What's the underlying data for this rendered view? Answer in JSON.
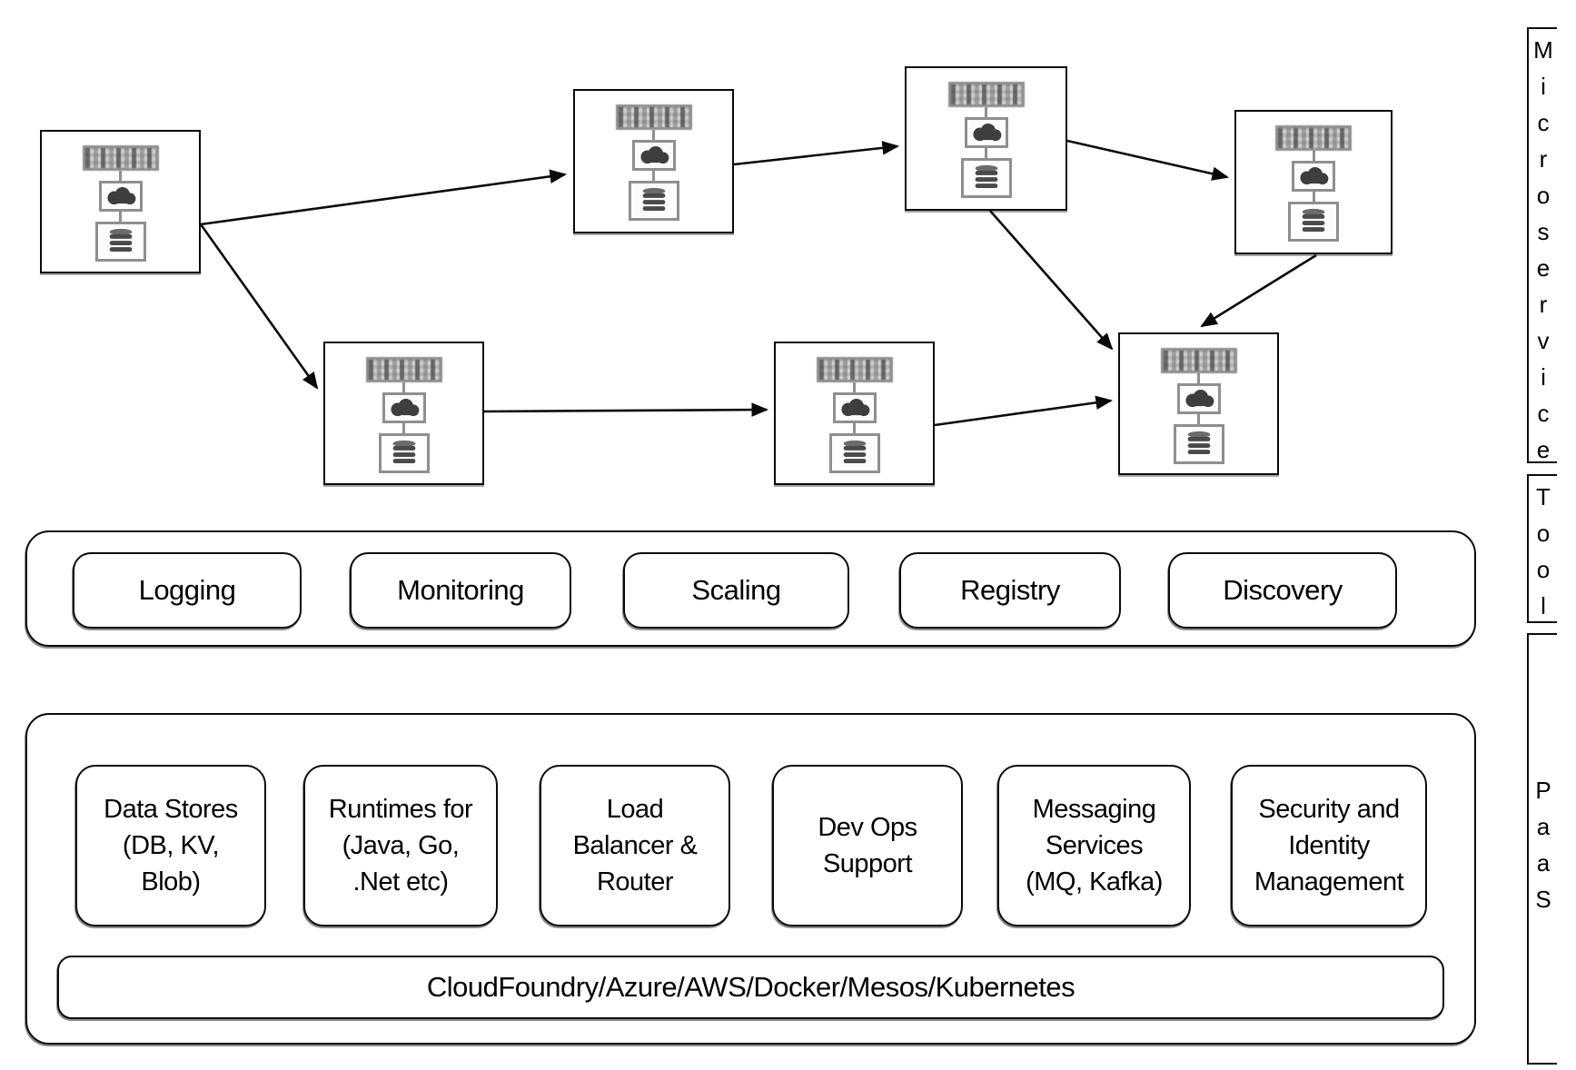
{
  "figure": {
    "type": "architecture-diagram",
    "microservices": {
      "node_count": 7,
      "connection_count": 8
    },
    "node_parts": [
      "service-thumbnail",
      "cloud",
      "database"
    ]
  },
  "side_labels": {
    "microservice": "Microservice",
    "tools": "Tools",
    "paas": "PaaS"
  },
  "tools": {
    "items": [
      "Logging",
      "Monitoring",
      "Scaling",
      "Registry",
      "Discovery"
    ]
  },
  "paas": {
    "items": [
      "Data Stores\n(DB, KV,\nBlob)",
      "Runtimes for\n(Java, Go,\n.Net etc)",
      "Load\nBalancer &\nRouter",
      "Dev Ops\nSupport",
      "Messaging\nServices\n(MQ, Kafka)",
      "Security and\nIdentity\nManagement"
    ],
    "platform_bar": "CloudFoundry/Azure/AWS/Docker/Mesos/Kubernetes"
  },
  "colors": {
    "background": "#ffffff",
    "line": "#0a0a0a",
    "icon_border": "#8f8f8f",
    "icon_fill": "#3e3e3e"
  }
}
